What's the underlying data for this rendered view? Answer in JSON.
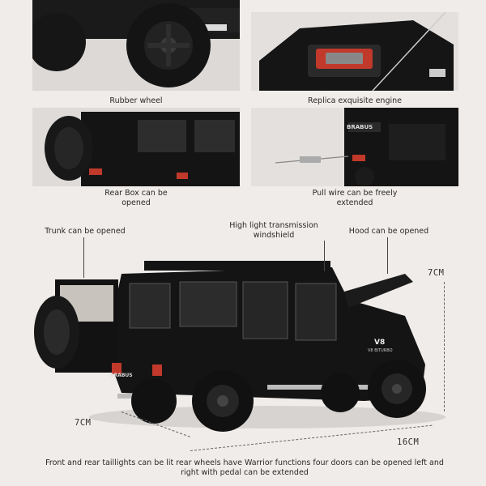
{
  "panels": {
    "rubber_wheel": {
      "caption": "Rubber wheel"
    },
    "engine": {
      "caption": "Replica exquisite engine"
    },
    "rear_box": {
      "caption_line1": "Rear Box can be",
      "caption_line2": "opened"
    },
    "pull_wire": {
      "caption_line1": "Pull wire can be freely",
      "caption_line2": "extended",
      "brand_badge": "BRABUS"
    }
  },
  "callouts": {
    "trunk": "Trunk can be opened",
    "windshield_line1": "High light transmission",
    "windshield_line2": "windshield",
    "hood": "Hood can be opened"
  },
  "dimensions": {
    "height": "7CM",
    "width": "7CM",
    "length": "16CM"
  },
  "footer": {
    "left": "Front and rear taillights can be lit",
    "middle": "rear wheels have Warrior",
    "right_line1": "functions four doors can be opened left and",
    "right_line2": "right with pedal can be extended"
  },
  "car_badges": {
    "rear_brand": "BRABUS",
    "hood_badge": "V8",
    "plate": "V8 BITURBO"
  },
  "colors": {
    "background": "#efece9",
    "car_body": "#141414",
    "accent_red": "#c0392b"
  }
}
